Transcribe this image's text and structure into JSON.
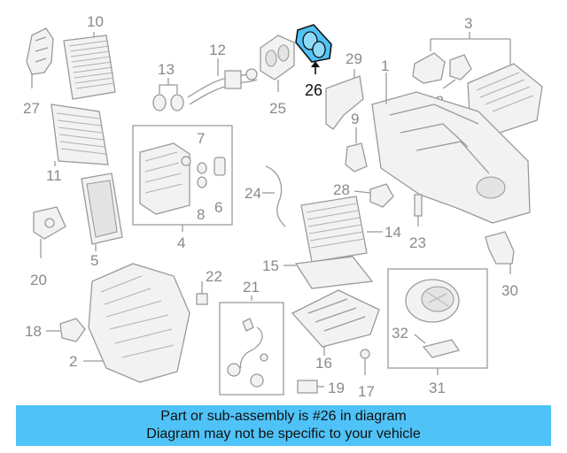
{
  "callouts": {
    "n1": "1",
    "n2": "2",
    "n3": "3",
    "n4": "4",
    "n5": "5",
    "n6": "6",
    "n7": "7",
    "n8": "8",
    "n9": "9",
    "n10": "10",
    "n11": "11",
    "n12": "12",
    "n13": "13",
    "n14": "14",
    "n15": "15",
    "n16": "16",
    "n17": "17",
    "n18a": "18",
    "n18b": "18",
    "n19": "19",
    "n20": "20",
    "n21": "21",
    "n22": "22",
    "n23": "23",
    "n24": "24",
    "n25": "25",
    "n26": "26",
    "n27": "27",
    "n28": "28",
    "n29": "29",
    "n30": "30",
    "n31": "31",
    "n32": "32"
  },
  "highlight": {
    "color": "#4fc3f7"
  },
  "banner": {
    "color": "#4fc3f7",
    "line1": "Part or sub-assembly is #26 in diagram",
    "line2": "Diagram may not be specific to your vehicle"
  }
}
